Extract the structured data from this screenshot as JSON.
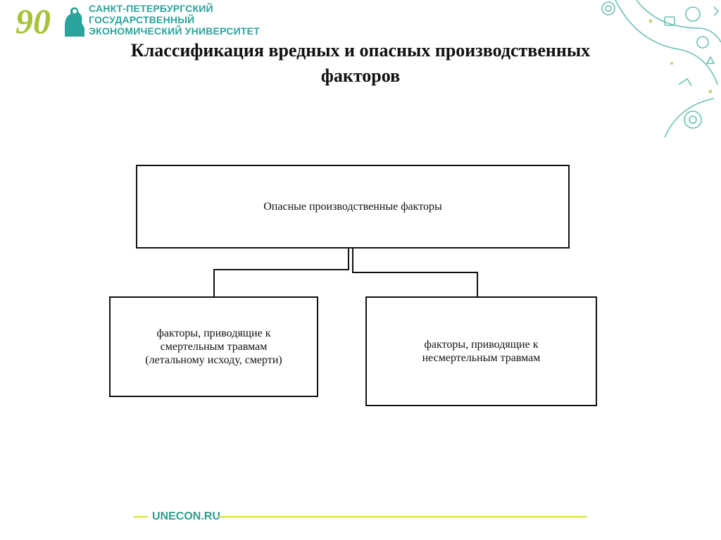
{
  "header": {
    "logo_number": "90",
    "university_lines": [
      "САНКТ-ПЕТЕРБУРГСКИЙ",
      "ГОСУДАРСТВЕННЫЙ",
      "ЭКОНОМИЧЕСКИЙ УНИВЕРСИТЕТ"
    ]
  },
  "slide": {
    "title_line1": "Классификация вредных и опасных производственных",
    "title_line2": "факторов"
  },
  "diagram": {
    "root": "Опасные производственные факторы",
    "left_child": "факторы, приводящие к\nсмертельным травмам\n(летальному исходу, смерти)",
    "right_child": "факторы, приводящие к\nнесмертельным травмам"
  },
  "footer": {
    "site": "UNECON.RU"
  },
  "colors": {
    "brand_teal": "#2aa39b",
    "brand_green": "#a7c436",
    "footer_line": "#d8df3c"
  }
}
